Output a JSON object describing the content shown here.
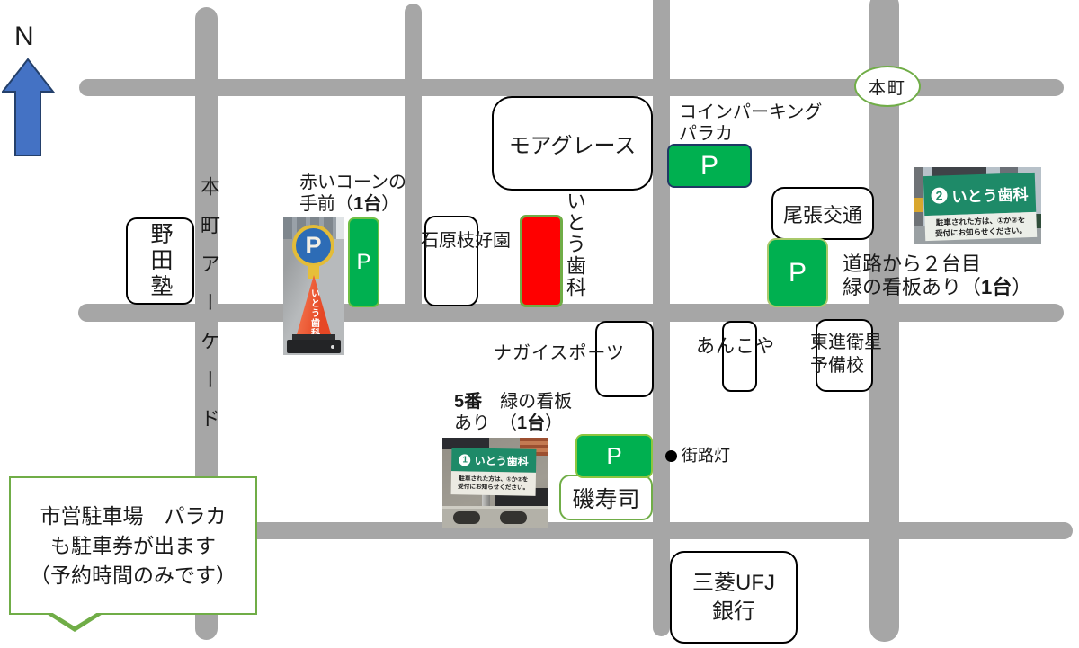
{
  "north": {
    "label": "N"
  },
  "road_badge": {
    "label": "本町"
  },
  "arcade_road_label": "本町アーケード",
  "buildings": {
    "noda": "野田塾",
    "moagrace": "モアグレース",
    "ishihara": "石原枝好園",
    "owari": "尾張交通",
    "nagai": "ナガイスポーツ",
    "ankoya": "あんこや",
    "toshin_l1": "東進衛星",
    "toshin_l2": "予備校",
    "iso": "磯寿司",
    "mufg_l1": "三菱UFJ",
    "mufg_l2": "銀行"
  },
  "clinic": {
    "label": "いとう歯科",
    "box_color": "#FF0000"
  },
  "parking": {
    "p": "P"
  },
  "annotations": {
    "cone_l1": "赤いコーンの",
    "cone_l2_pre": "手前（",
    "cone_l2_bold": "1台",
    "cone_l2_suf": "）",
    "coin_l1": "コインパーキング",
    "coin_l2": "パラカ",
    "second_l1": "道路から２台目",
    "second_l2_pre": "緑の看板あり（",
    "second_l2_bold": "1台",
    "second_l2_suf": "）",
    "five_l1_bold": "5番",
    "five_l1_rest": "　緑の看板",
    "five_l2_pre": "あり　（",
    "five_l2_bold": "1台",
    "five_l2_suf": "）",
    "streetlight": "街路灯"
  },
  "bubble": {
    "l1": "市営駐車場　パラカ",
    "l2": "も駐車券が出ます",
    "l3": "（予約時間のみです）"
  },
  "photos": {
    "cone_label": "いとう歯科",
    "cone_sign_p": "P",
    "sign1_num": "1",
    "sign1_name": "いとう歯科",
    "sign2_num": "2",
    "sign2_name": "いとう歯科",
    "notice_l1": "駐車された方は、①か②を",
    "notice_l2": "受付にお知らせください。"
  },
  "colors": {
    "road": "#A6A6A6",
    "parking_green": "#00B050",
    "accent_green_border": "#70AD47",
    "clinic_red": "#FF0000",
    "coin_p_border": "#1F3864",
    "north_arrow_blue": "#4472C4",
    "sign_teal": "#1E8A68"
  }
}
